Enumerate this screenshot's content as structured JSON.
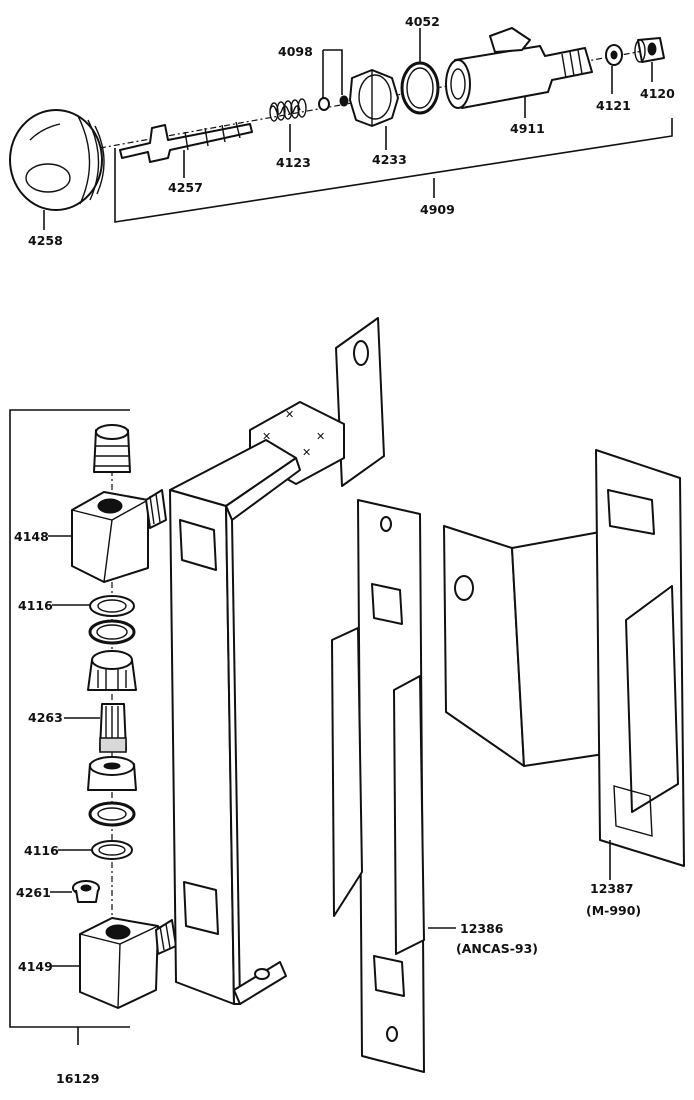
{
  "labels": {
    "p4052": "4052",
    "p4098": "4098",
    "p4121": "4121",
    "p4120": "4120",
    "p4911": "4911",
    "p4257": "4257",
    "p4123": "4123",
    "p4233": "4233",
    "p4909": "4909",
    "p4258": "4258",
    "p4148": "4148",
    "p4116a": "4116",
    "p4263": "4263",
    "p4116b": "4116",
    "p4261": "4261",
    "p4149": "4149",
    "p16129": "16129",
    "p12386": "12386",
    "p12386_sub": "(ANCAS-93)",
    "p12387": "12387",
    "p12387_sub": "(M-990)"
  }
}
